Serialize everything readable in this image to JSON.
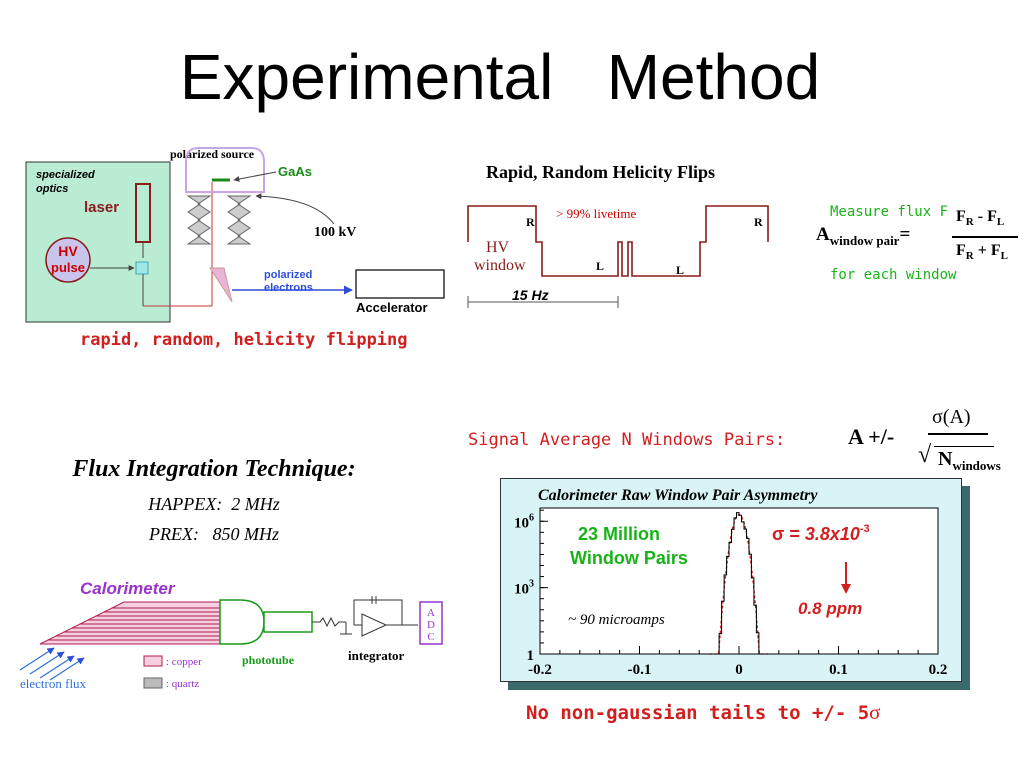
{
  "title": "Experimental   Method",
  "panel_optics": {
    "specialized_optics": "specialized\noptics",
    "laser": "laser",
    "hv_pulse_1": "HV",
    "hv_pulse_2": "pulse",
    "polarized_source": "polarized source",
    "gaas": "GaAs",
    "hundred_kv": "100 kV",
    "polarized_electrons_1": "polarized",
    "polarized_electrons_2": "electrons",
    "accelerator": "Accelerator",
    "caption": "rapid, random, helicity flipping"
  },
  "panel_helicity": {
    "title": "Rapid, Random Helicity Flips",
    "livetime": "> 99% livetime",
    "r": "R",
    "l": "L",
    "hv_window_1": "HV",
    "hv_window_2": "window",
    "rate": "15  Hz"
  },
  "panel_formula": {
    "measure_1": "Measure flux F",
    "measure_2": "for each window",
    "a": "A",
    "subscript": "window pair",
    "equals": "=",
    "f": "F",
    "r": "R",
    "l": "L",
    "minus": " - ",
    "plus": " + "
  },
  "panel_signal": {
    "label": "Signal Average N Windows Pairs:",
    "a_pm": "A +/-",
    "sigma_a": "σ(A)",
    "sqrt": "√",
    "n": "N",
    "windows": "windows"
  },
  "panel_flux": {
    "title": "Flux Integration Technique:",
    "happex": "HAPPEX:  2 MHz",
    "prex": "PREX:   850 MHz",
    "calorimeter": "Calorimeter",
    "phototube": "phototube",
    "integrator": "integrator",
    "adc": [
      "A",
      "D",
      "C"
    ],
    "copper": ": copper",
    "quartz": ": quartz",
    "electron_flux": "electron flux"
  },
  "chart_data": {
    "type": "area",
    "title": "Calorimeter Raw Window Pair Asymmetry",
    "xlabel": "",
    "ylabel": "",
    "xlim": [
      -0.2,
      0.2
    ],
    "log_y": true,
    "ylim_exponent": [
      0,
      6.6
    ],
    "xticks": [
      "-0.2",
      "-0.1",
      "0",
      "0.1",
      "0.2"
    ],
    "yticks": [
      {
        "base": "1",
        "exp": ""
      },
      {
        "base": "10",
        "exp": "3"
      },
      {
        "base": "10",
        "exp": "6"
      }
    ],
    "gaussian": {
      "mean": 0.0,
      "sigma": 0.0038,
      "peak_log10": 6.3
    },
    "annotations": {
      "count_1": "23  Million",
      "count_2": "Window  Pairs",
      "sigma_label": "σ = ",
      "sigma_value": "3.8x10",
      "sigma_exp": "-3",
      "ppm": "0.8  ppm",
      "current": "~ 90 microamps"
    },
    "caption_text": "No non-gaussian tails to +/- 5",
    "caption_sigma": "σ",
    "colors": {
      "frame_bg": "#d8f4f6",
      "plot_bg": "#ffffff",
      "curve": "#d21e1e",
      "annot_red": "#d21e1e",
      "annot_green": "#19b319"
    }
  }
}
